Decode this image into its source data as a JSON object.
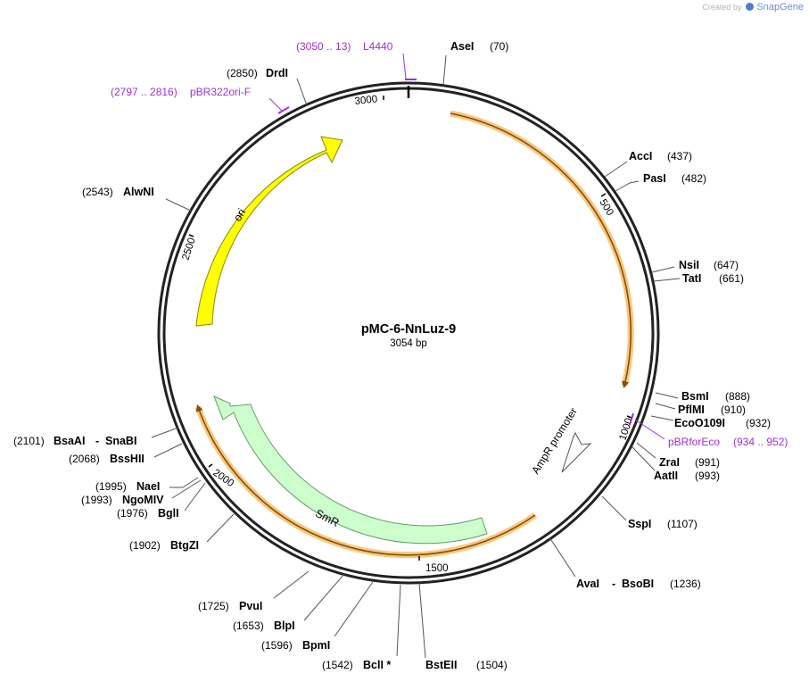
{
  "credit": {
    "prefix": "Created by",
    "brand": "SnapGene"
  },
  "plasmid": {
    "name": "pMC-6-NnLuz-9",
    "size": "3054 bp"
  },
  "ticks": [
    "500",
    "1000",
    "1500",
    "2000",
    "2500",
    "3000"
  ],
  "features": [
    {
      "name": "ori",
      "color": "#ffff00",
      "stroke": "#888800"
    },
    {
      "name": "SmR",
      "color": "#ccffcc",
      "stroke": "#669966"
    },
    {
      "name": "AmpR promoter",
      "color": "#ffffff",
      "stroke": "#555555"
    },
    {
      "name": "",
      "color": "#f6c87c",
      "stroke": "#d99a3e"
    }
  ],
  "primers": [
    {
      "range": "(3050 .. 13)",
      "name": "L4440"
    },
    {
      "range": "(2797 .. 2816)",
      "name": "pBR322ori-F"
    },
    {
      "name": "pBRforEco",
      "range": "(934 .. 952)"
    }
  ],
  "sites": [
    {
      "name": "AseI",
      "pos": "(70)"
    },
    {
      "pos": "(2850)",
      "name": "DrdI"
    },
    {
      "name": "AccI",
      "pos": "(437)"
    },
    {
      "name": "PasI",
      "pos": "(482)"
    },
    {
      "pos": "(2543)",
      "name": "AlwNI"
    },
    {
      "name": "NsiI",
      "pos": "(647)"
    },
    {
      "name": "TatI",
      "pos": "(661)"
    },
    {
      "name": "BsmI",
      "pos": "(888)"
    },
    {
      "name": "PflMI",
      "pos": "(910)"
    },
    {
      "name": "EcoO109I",
      "pos": "(932)"
    },
    {
      "pos": "(2101)",
      "name": "BsaAI",
      "name2": "SnaBI"
    },
    {
      "pos": "(2068)",
      "name": "BssHII"
    },
    {
      "name": "ZraI",
      "pos": "(991)"
    },
    {
      "name": "AatII",
      "pos": "(993)"
    },
    {
      "pos": "(1995)",
      "name": "NaeI"
    },
    {
      "pos": "(1993)",
      "name": "NgoMIV"
    },
    {
      "pos": "(1976)",
      "name": "BglI"
    },
    {
      "name": "SspI",
      "pos": "(1107)"
    },
    {
      "pos": "(1902)",
      "name": "BtgZI"
    },
    {
      "name": "AvaI",
      "name2": "BsoBI",
      "pos": "(1236)"
    },
    {
      "pos": "(1725)",
      "name": "PvuI"
    },
    {
      "pos": "(1653)",
      "name": "BlpI"
    },
    {
      "pos": "(1596)",
      "name": "BpmI"
    },
    {
      "pos": "(1542)",
      "name": "BclI *"
    },
    {
      "name": "BstEII",
      "pos": "(1504)"
    }
  ]
}
